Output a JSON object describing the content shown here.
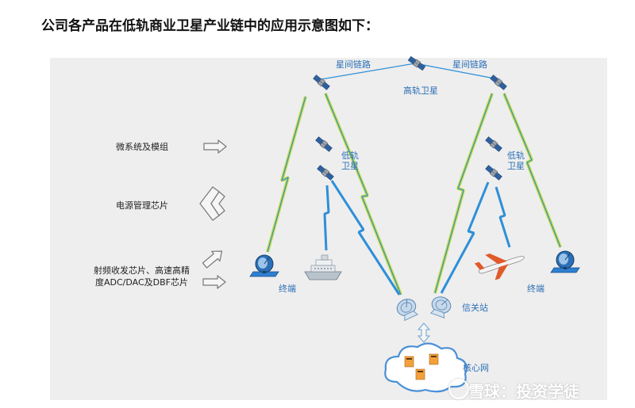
{
  "heading": "公司各产品在低轨商业卫星产业链中的应用示意图如下：",
  "labels": {
    "inter_satellite_link_left": "星间链路",
    "inter_satellite_link_right": "星间链路",
    "high_orbit_satellite": "高轨卫星",
    "low_orbit_left_line1": "低轨",
    "low_orbit_left_line2": "卫星",
    "low_orbit_right_line1": "低轨",
    "low_orbit_right_line2": "卫星",
    "terminal_left": "终端",
    "terminal_right": "终端",
    "gateway_station": "信关站",
    "core_network": "核心网"
  },
  "products": {
    "micro_system": "微系统及模组",
    "power_chip": "电源管理芯片",
    "rf_line1": "射频收发芯片、高速高精",
    "rf_line2": "度ADC/DAC及DBF芯片"
  },
  "watermark": "雪球：投资学徒",
  "colors": {
    "panel": "#eeeeee",
    "link_blue": "#2f8fd8",
    "link_green": "#c6dc3b",
    "label_blue": "#2b6fb6",
    "arrow_fill": "#f5f5f5",
    "arrow_stroke": "#777777"
  }
}
